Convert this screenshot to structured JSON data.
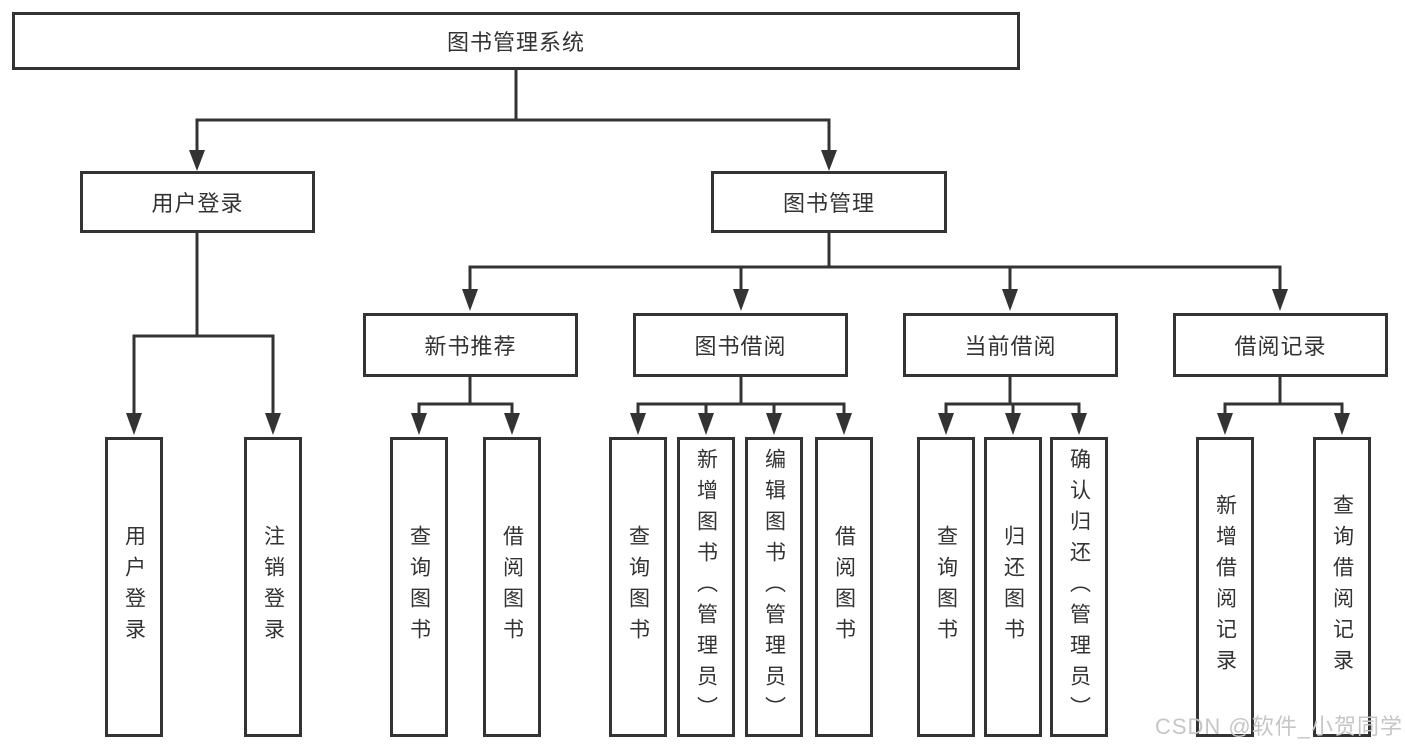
{
  "diagram": {
    "root": "图书管理系统",
    "level2": {
      "user_login": "用户登录",
      "book_management": "图书管理"
    },
    "level3": {
      "new_book_recommend": "新书推荐",
      "book_borrow": "图书借阅",
      "current_borrow": "当前借阅",
      "borrow_records": "借阅记录"
    },
    "leaves": {
      "user_login": [
        "用户登录",
        "注销登录"
      ],
      "new_book_recommend": [
        "查询图书",
        "借阅图书"
      ],
      "book_borrow": [
        "查询图书",
        "新增图书（管理员）",
        "编辑图书（管理员）",
        "借阅图书"
      ],
      "current_borrow": [
        "查询图书",
        "归还图书",
        "确认归还（管理员）"
      ],
      "borrow_records": [
        "新增借阅记录",
        "查询借阅记录"
      ]
    }
  },
  "watermark": "CSDN @软件_小贺同学",
  "colors": {
    "line": "#333333",
    "text": "#333333",
    "box_background": "#ffffff",
    "watermark": "#c6c6c6",
    "background": "#ffffff"
  }
}
